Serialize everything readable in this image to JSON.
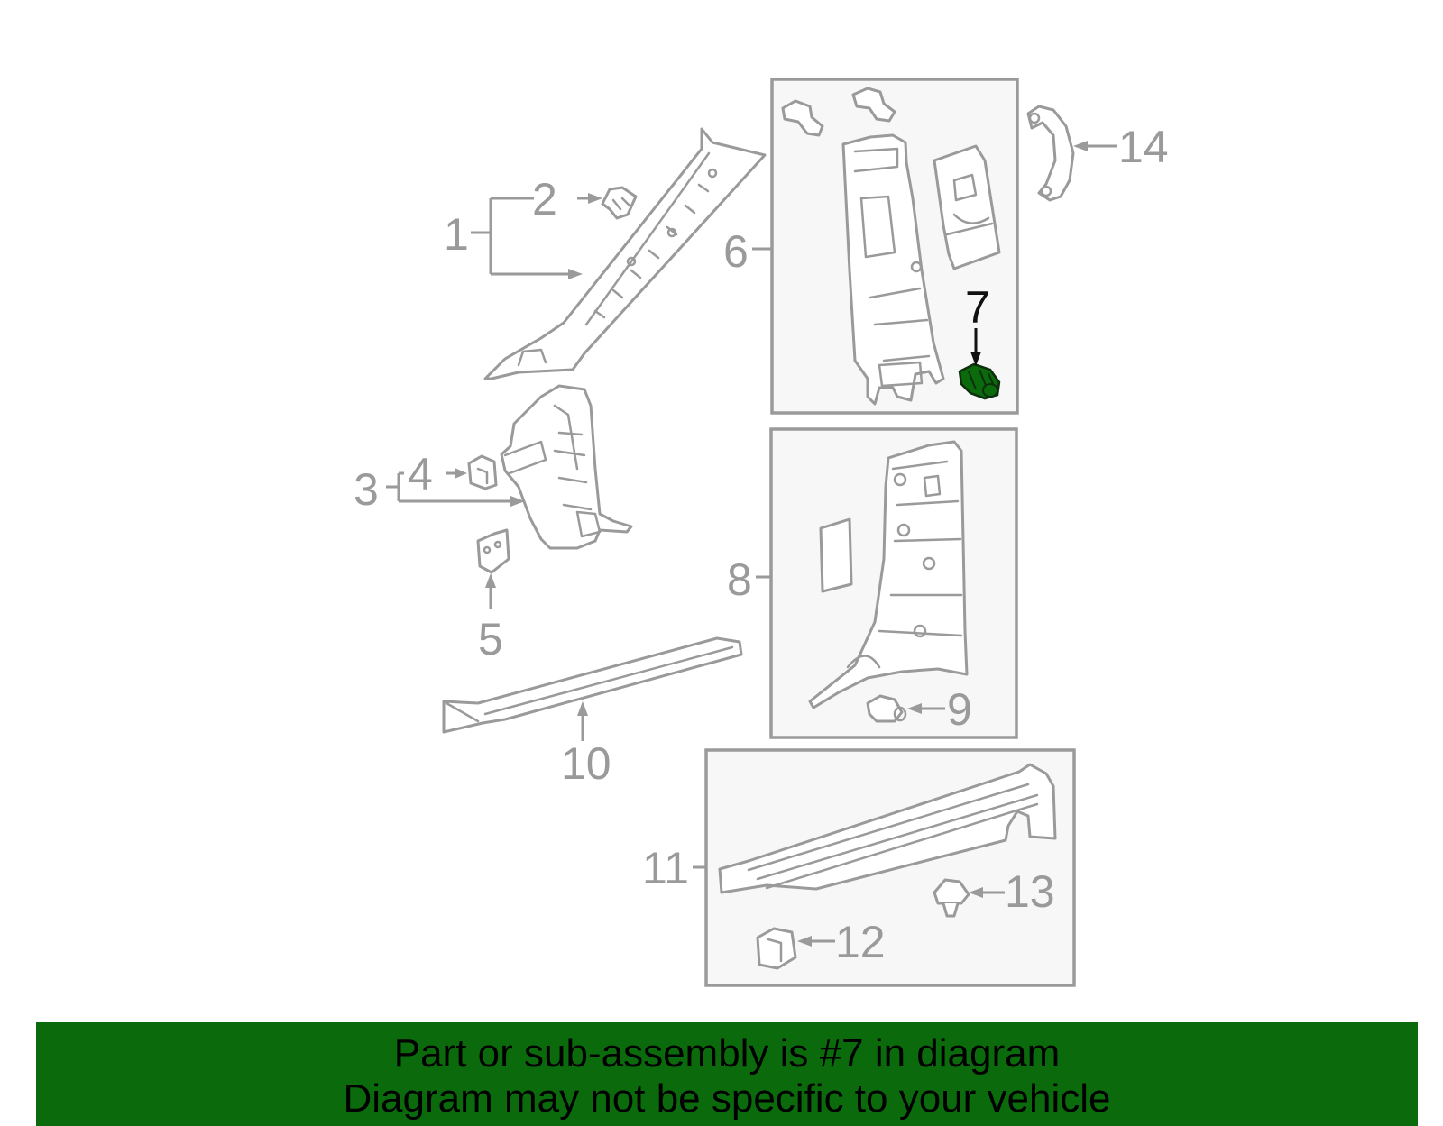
{
  "diagram": {
    "callouts": [
      {
        "id": "1",
        "label": "1"
      },
      {
        "id": "2",
        "label": "2"
      },
      {
        "id": "3",
        "label": "3"
      },
      {
        "id": "4",
        "label": "4"
      },
      {
        "id": "5",
        "label": "5"
      },
      {
        "id": "6",
        "label": "6"
      },
      {
        "id": "7",
        "label": "7"
      },
      {
        "id": "8",
        "label": "8"
      },
      {
        "id": "9",
        "label": "9"
      },
      {
        "id": "10",
        "label": "10"
      },
      {
        "id": "11",
        "label": "11"
      },
      {
        "id": "12",
        "label": "12"
      },
      {
        "id": "13",
        "label": "13"
      },
      {
        "id": "14",
        "label": "14"
      }
    ],
    "highlighted_part": "7",
    "colors": {
      "line": "#9a9a9a",
      "highlight": "#0b6a0b",
      "highlight_label": "#111111",
      "box_fill": "#f7f7f7",
      "banner_bg": "#0b6a0b"
    }
  },
  "banner": {
    "line1": "Part or sub-assembly is #7 in diagram",
    "line2": "Diagram may not be specific to your vehicle"
  }
}
